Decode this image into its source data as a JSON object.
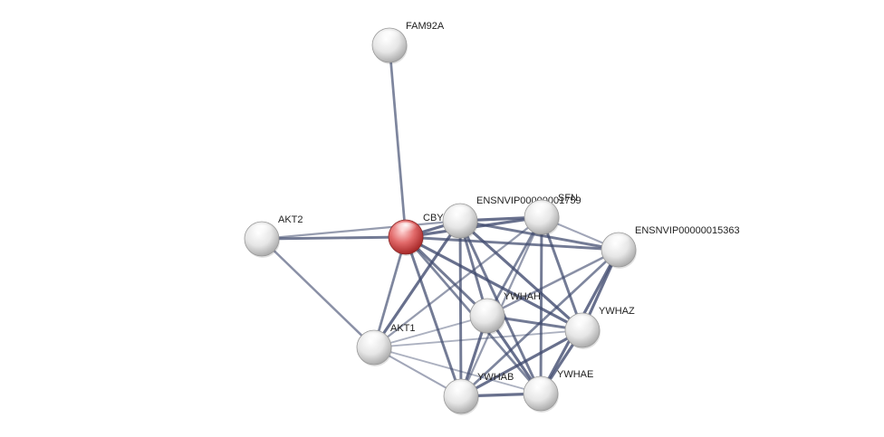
{
  "network": {
    "nodes": [
      {
        "id": "FAM92A",
        "label": "FAM92A",
        "highlight": false
      },
      {
        "id": "AKT2",
        "label": "AKT2",
        "highlight": false
      },
      {
        "id": "CBY",
        "label": "CBY",
        "highlight": true
      },
      {
        "id": "ENSNVIP_A",
        "label": "ENSNVIP00000001759",
        "highlight": false
      },
      {
        "id": "SFN",
        "label": "SFN",
        "highlight": false
      },
      {
        "id": "ENSNVIP_B",
        "label": "ENSNVIP00000015363",
        "highlight": false
      },
      {
        "id": "YWHAH",
        "label": "YWHAH",
        "highlight": false
      },
      {
        "id": "YWHAZ",
        "label": "YWHAZ",
        "highlight": false
      },
      {
        "id": "AKT1",
        "label": "AKT1",
        "highlight": false
      },
      {
        "id": "YWHAB",
        "label": "YWHAB",
        "highlight": false
      },
      {
        "id": "YWHAE",
        "label": "YWHAE",
        "highlight": false
      }
    ],
    "edges": [
      {
        "source": "FAM92A",
        "target": "CBY",
        "weight": 0.7
      },
      {
        "source": "AKT2",
        "target": "CBY",
        "weight": 0.8
      },
      {
        "source": "AKT2",
        "target": "ENSNVIP_A",
        "weight": 0.5
      },
      {
        "source": "AKT2",
        "target": "AKT1",
        "weight": 0.6
      },
      {
        "source": "CBY",
        "target": "ENSNVIP_A",
        "weight": 0.9
      },
      {
        "source": "CBY",
        "target": "SFN",
        "weight": 0.9
      },
      {
        "source": "CBY",
        "target": "ENSNVIP_B",
        "weight": 0.8
      },
      {
        "source": "CBY",
        "target": "YWHAH",
        "weight": 0.8
      },
      {
        "source": "CBY",
        "target": "YWHAZ",
        "weight": 0.9
      },
      {
        "source": "CBY",
        "target": "AKT1",
        "weight": 0.7
      },
      {
        "source": "CBY",
        "target": "YWHAB",
        "weight": 0.8
      },
      {
        "source": "CBY",
        "target": "YWHAE",
        "weight": 0.7
      },
      {
        "source": "ENSNVIP_A",
        "target": "SFN",
        "weight": 0.9
      },
      {
        "source": "ENSNVIP_A",
        "target": "ENSNVIP_B",
        "weight": 0.8
      },
      {
        "source": "ENSNVIP_A",
        "target": "YWHAH",
        "weight": 0.8
      },
      {
        "source": "ENSNVIP_A",
        "target": "YWHAZ",
        "weight": 0.9
      },
      {
        "source": "ENSNVIP_A",
        "target": "AKT1",
        "weight": 0.9
      },
      {
        "source": "ENSNVIP_A",
        "target": "YWHAB",
        "weight": 0.8
      },
      {
        "source": "ENSNVIP_A",
        "target": "YWHAE",
        "weight": 0.8
      },
      {
        "source": "SFN",
        "target": "ENSNVIP_B",
        "weight": 0.4
      },
      {
        "source": "SFN",
        "target": "YWHAH",
        "weight": 0.7
      },
      {
        "source": "SFN",
        "target": "YWHAZ",
        "weight": 0.8
      },
      {
        "source": "SFN",
        "target": "YWHAB",
        "weight": 0.5
      },
      {
        "source": "SFN",
        "target": "YWHAE",
        "weight": 0.8
      },
      {
        "source": "SFN",
        "target": "AKT1",
        "weight": 0.5
      },
      {
        "source": "ENSNVIP_B",
        "target": "YWHAH",
        "weight": 0.6
      },
      {
        "source": "ENSNVIP_B",
        "target": "YWHAZ",
        "weight": 0.9
      },
      {
        "source": "ENSNVIP_B",
        "target": "YWHAB",
        "weight": 0.7
      },
      {
        "source": "ENSNVIP_B",
        "target": "YWHAE",
        "weight": 0.9
      },
      {
        "source": "YWHAH",
        "target": "YWHAZ",
        "weight": 0.8
      },
      {
        "source": "YWHAH",
        "target": "YWHAB",
        "weight": 0.9
      },
      {
        "source": "YWHAH",
        "target": "YWHAE",
        "weight": 0.9
      },
      {
        "source": "YWHAH",
        "target": "AKT1",
        "weight": 0.3
      },
      {
        "source": "YWHAZ",
        "target": "AKT1",
        "weight": 0.3
      },
      {
        "source": "YWHAZ",
        "target": "YWHAB",
        "weight": 0.9
      },
      {
        "source": "YWHAZ",
        "target": "YWHAE",
        "weight": 0.9
      },
      {
        "source": "AKT1",
        "target": "YWHAB",
        "weight": 0.4
      },
      {
        "source": "AKT1",
        "target": "YWHAE",
        "weight": 0.3
      },
      {
        "source": "YWHAB",
        "target": "YWHAE",
        "weight": 0.9
      }
    ]
  }
}
